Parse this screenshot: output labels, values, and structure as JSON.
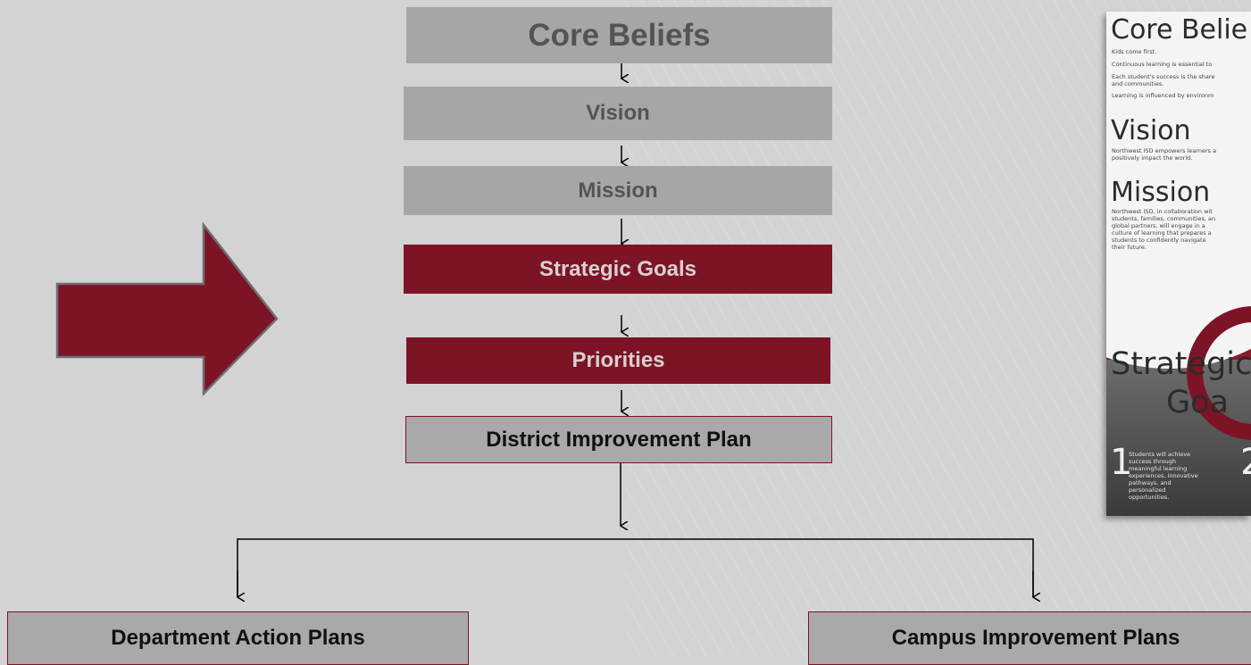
{
  "flow": {
    "core_beliefs": "Core Beliefs",
    "vision": "Vision",
    "mission": "Mission",
    "strategic_goals": "Strategic Goals",
    "priorities": "Priorities",
    "district_plan": "District Improvement Plan",
    "department_plans": "Department Action Plans",
    "campus_plans": "Campus Improvement Plans"
  },
  "colors": {
    "gray_box": "#a6a6a6",
    "maroon": "#7d1426",
    "background": "#d3d3d3"
  },
  "poster": {
    "core_title": "Core Belie",
    "beliefs": [
      "Kids come first.",
      "Continuous learning is essential to",
      "Each student's success is the share",
      "and communities.",
      "Learning is influenced by environm"
    ],
    "vision_title": "Vision",
    "vision_text_1": "Northwest ISD empowers learners a",
    "vision_text_2": "positively impact the world.",
    "mission_title": "Mission",
    "mission_lines": [
      "Northwest ISD, in collaboration wit",
      "students, families, communities, an",
      "global partners, will engage in a",
      "culture of learning that prepares a",
      "students to confidently navigate",
      "their future."
    ],
    "strategic_title": "Strategic",
    "goals_title": "Goa",
    "goal_number": "1",
    "goal_number_2": "2",
    "goal_text": [
      "Students will achieve",
      "success through",
      "meaningful learning",
      "experiences, innovative",
      "pathways, and",
      "personalized",
      "opportunities."
    ]
  }
}
